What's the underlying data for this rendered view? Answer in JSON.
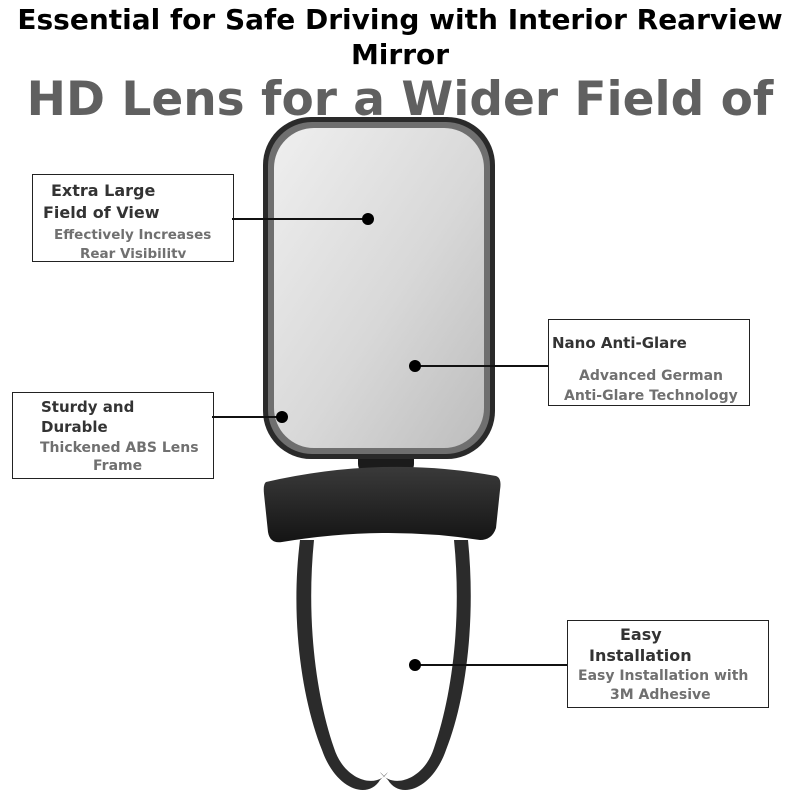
{
  "headline": {
    "line1": "Essential for Safe Driving with Interior Rearview",
    "line2": "Mirror"
  },
  "subheadline": "HD Lens for a Wider Field of View",
  "colors": {
    "headline": "#000000",
    "subheadline": "#606060",
    "callout_title": "#333333",
    "callout_text": "#707070",
    "mirror_frame": "#2a2a2a",
    "mirror_glass": "#d6d6d6"
  },
  "callouts": {
    "field_of_view": {
      "title1": "Extra Large",
      "title2": "Field of View",
      "desc1": "Effectively Increases",
      "desc2": "Rear Visibility"
    },
    "anti_glare": {
      "title1": "Nano Anti-Glare",
      "desc1": "Advanced German",
      "desc2": "Anti-Glare Technology"
    },
    "sturdy": {
      "title1": "Sturdy and",
      "title2": "Durable",
      "desc1": "Thickened ABS Lens",
      "desc2": "Frame"
    },
    "installation": {
      "title1": "Easy",
      "title2": "Installation",
      "desc1": "Easy Installation with",
      "desc2": "3M Adhesive"
    }
  }
}
